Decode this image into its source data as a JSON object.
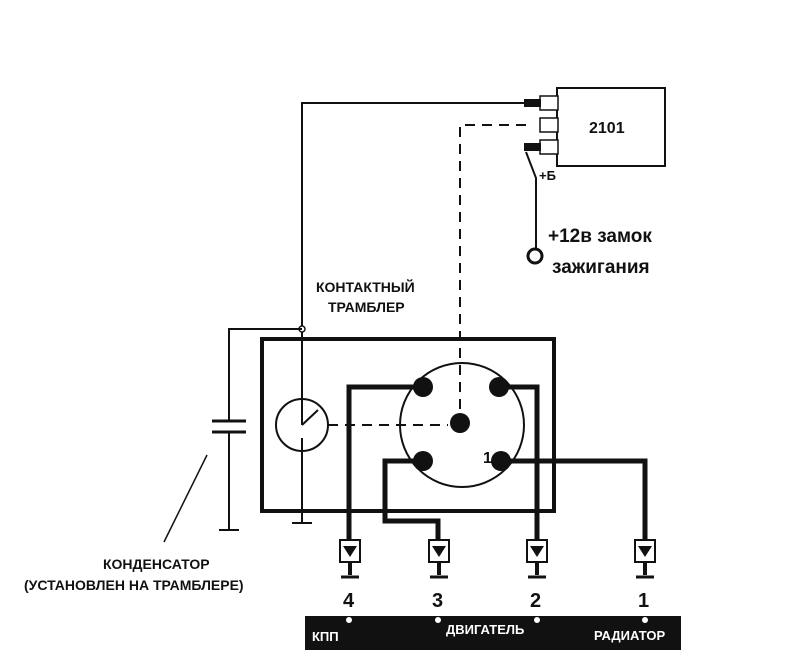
{
  "module": {
    "label": "2101",
    "plus_terminal": "+Б"
  },
  "ignition": {
    "line1": "+12в замок",
    "line2": "зажигания"
  },
  "distributor": {
    "line1": "КОНТАКТНЫЙ",
    "line2": "ТРАМБЛЕР"
  },
  "distributor_pin_label": "1",
  "capacitor": {
    "line1": "КОНДЕНСАТОР",
    "line2": "(УСТАНОВЛЕН НА ТРАМБЛЕРЕ)"
  },
  "sensors": [
    {
      "number": "4"
    },
    {
      "number": "3"
    },
    {
      "number": "2"
    },
    {
      "number": "1"
    }
  ],
  "bar_labels": [
    "КПП",
    "ДВИГАТЕЛЬ",
    "РАДИАТОР"
  ]
}
